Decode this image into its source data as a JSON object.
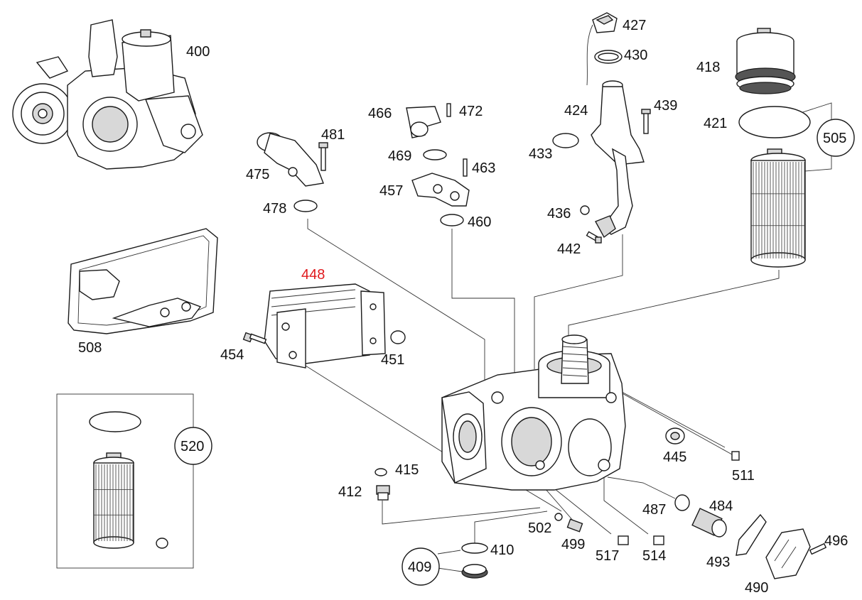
{
  "colors": {
    "line": "#1a1a1a",
    "label": "#111111",
    "highlight": "#e0191d"
  },
  "labels": {
    "400": "400",
    "427": "427",
    "430": "430",
    "418": "418",
    "424": "424",
    "439": "439",
    "466": "466",
    "472": "472",
    "481": "481",
    "421": "421",
    "505": "505",
    "433": "433",
    "469": "469",
    "463": "463",
    "475": "475",
    "457": "457",
    "478": "478",
    "460": "460",
    "436": "436",
    "442": "442",
    "448": "448",
    "508": "508",
    "454": "454",
    "451": "451",
    "520": "520",
    "445": "445",
    "511": "511",
    "415": "415",
    "412": "412",
    "487": "487",
    "484": "484",
    "502": "502",
    "499": "499",
    "410": "410",
    "409": "409",
    "517": "517",
    "514": "514",
    "493": "493",
    "496": "496",
    "490": "490"
  }
}
